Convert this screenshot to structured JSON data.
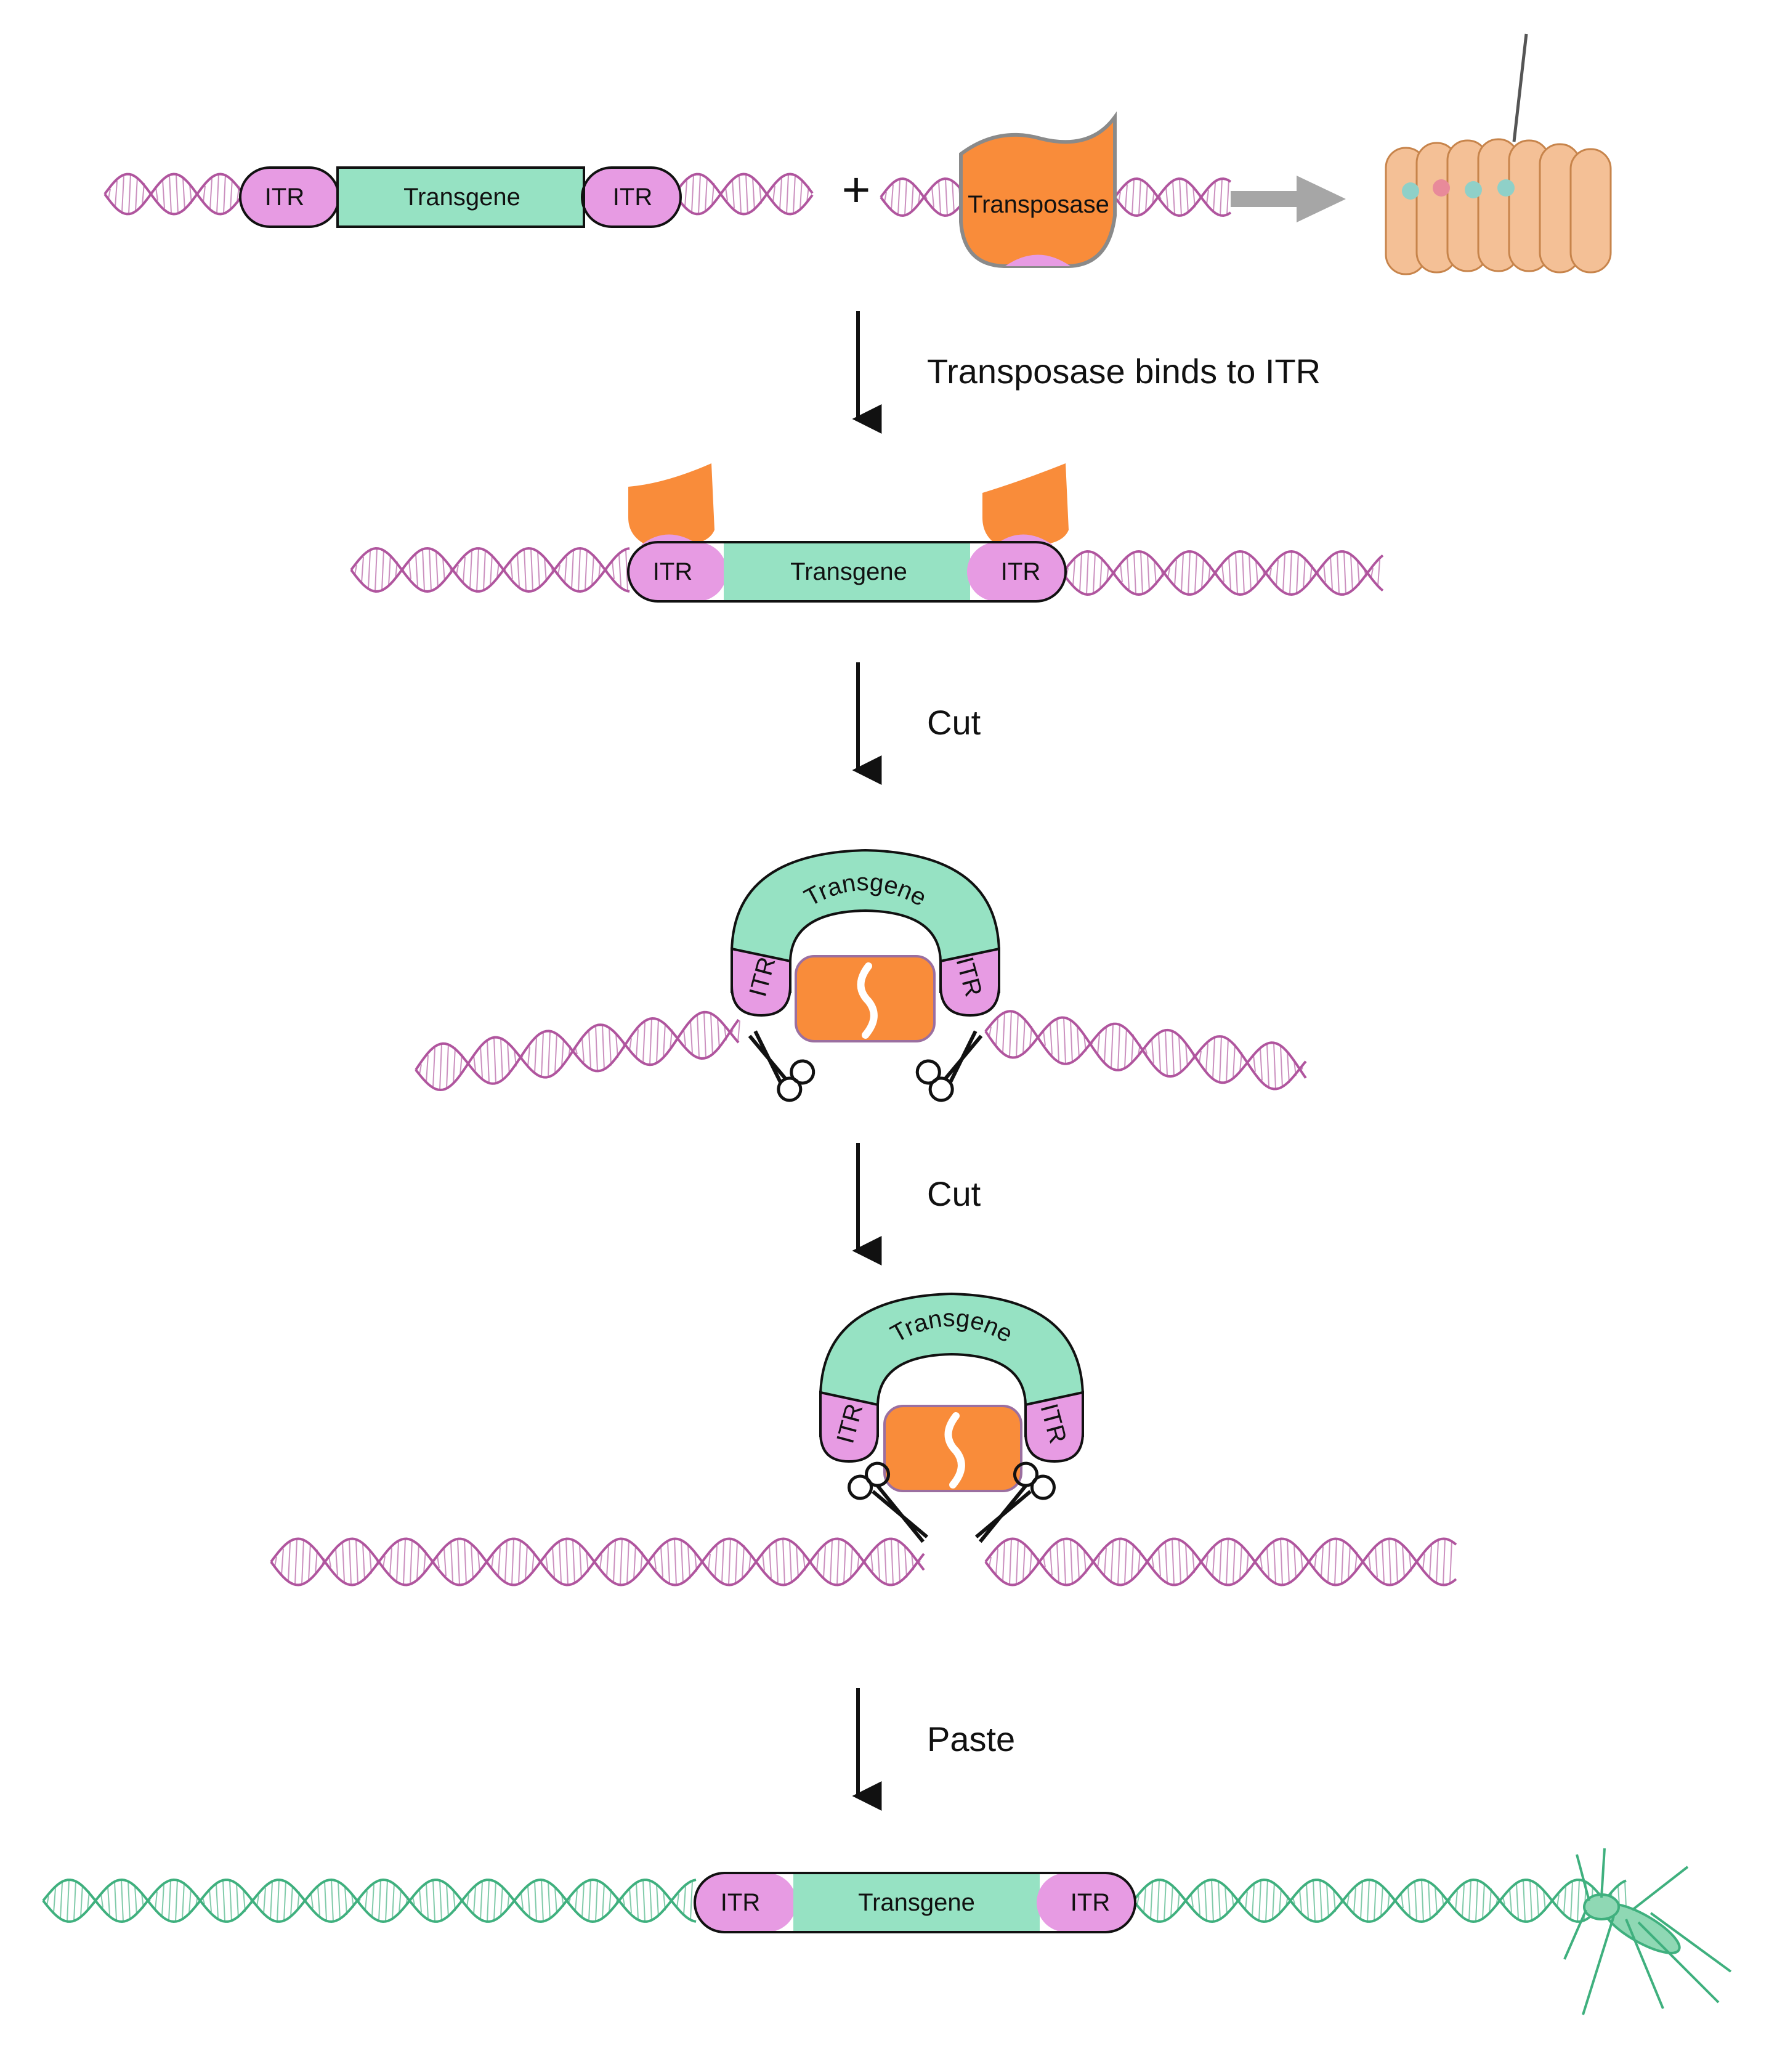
{
  "colors": {
    "itr": "#e79be3",
    "transgene": "#96e2c3",
    "transposase": "#f98c3a",
    "dna_pink": "#b0559e",
    "dna_green": "#3fb07e",
    "cells": "#f4c096",
    "arrow_grey": "#a6a6a6"
  },
  "row1": {
    "itr_left": "ITR",
    "transgene": "Transgene",
    "itr_right": "ITR",
    "plus": "+",
    "transposase": "Transposase"
  },
  "step1": {
    "label": "Transposase binds to ITR"
  },
  "row2": {
    "itr_left": "ITR",
    "transgene": "Transgene",
    "itr_right": "ITR"
  },
  "step2": {
    "label": "Cut"
  },
  "row3": {
    "transgene": "Transgene",
    "itr_left": "ITR",
    "itr_right": "ITR"
  },
  "step3": {
    "label": "Cut"
  },
  "row4": {
    "transgene": "Transgene",
    "itr_left": "ITR",
    "itr_right": "ITR"
  },
  "step4": {
    "label": "Paste"
  },
  "row5": {
    "itr_left": "ITR",
    "transgene": "Transgene",
    "itr_right": "ITR"
  },
  "icons": [
    "dna-helix-icon",
    "transposase-protein-icon",
    "embryo-cells-icon",
    "injection-needle-icon",
    "scissors-icon",
    "mosquito-icon"
  ]
}
